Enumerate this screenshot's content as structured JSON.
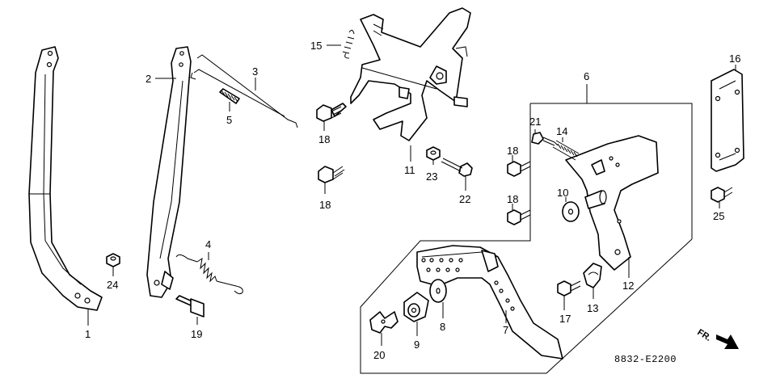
{
  "diagram_code": "8832-E2200",
  "direction_label": "FR.",
  "callouts": {
    "c1": "1",
    "c2": "2",
    "c3": "3",
    "c4": "4",
    "c5": "5",
    "c6": "6",
    "c7": "7",
    "c8": "8",
    "c9": "9",
    "c10": "10",
    "c11": "11",
    "c12": "12",
    "c13": "13",
    "c14": "14",
    "c15": "15",
    "c16": "16",
    "c17": "17",
    "c18a": "18",
    "c18b": "18",
    "c18c": "18",
    "c18d": "18",
    "c19": "19",
    "c20": "20",
    "c21": "21",
    "c22": "22",
    "c23": "23",
    "c24": "24",
    "c25": "25"
  }
}
